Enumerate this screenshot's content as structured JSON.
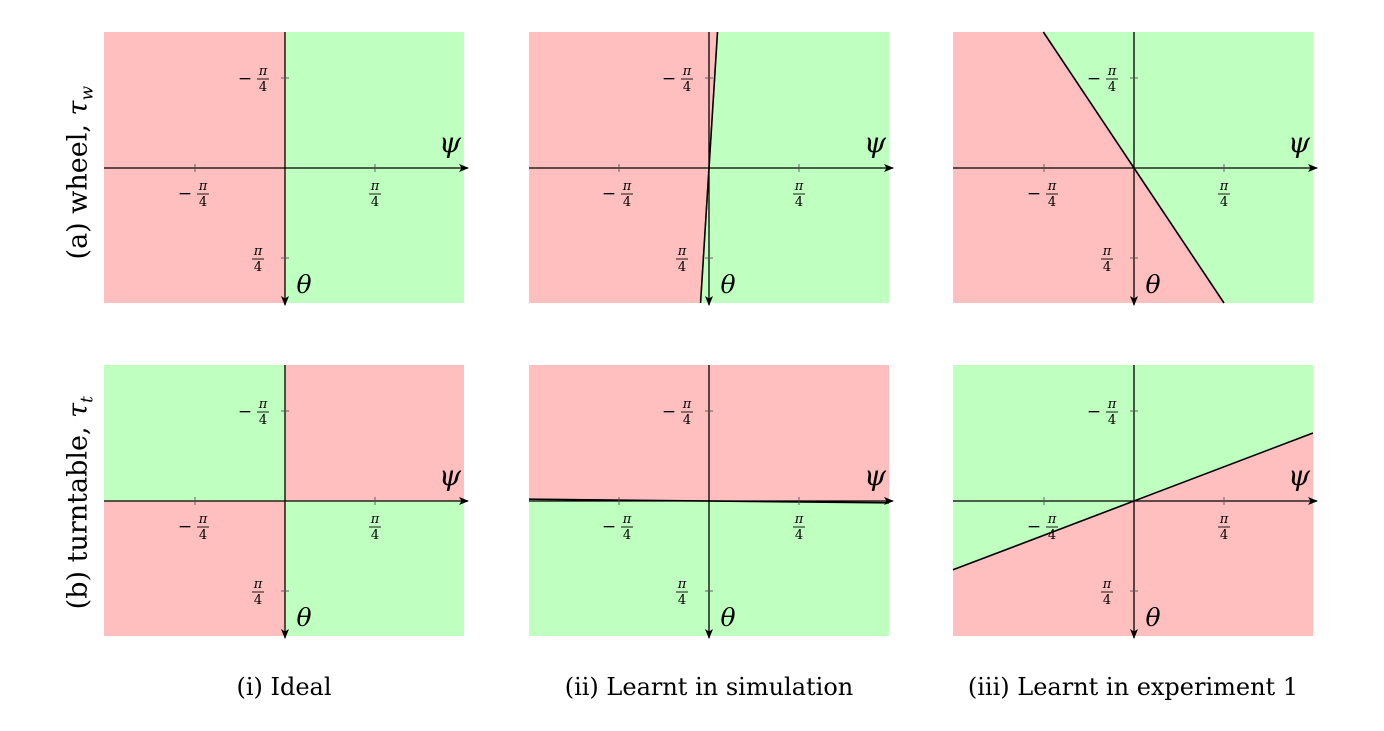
{
  "figure": {
    "row_labels": [
      {
        "prefix": "(a) wheel, ",
        "symbol": "τ",
        "subscript": "w"
      },
      {
        "prefix": "(b) turntable, ",
        "symbol": "τ",
        "subscript": "t"
      }
    ],
    "column_labels": [
      "(i) Ideal",
      "(ii) Learnt in simulation",
      "(iii) Learnt in experiment 1"
    ],
    "axis_x_label": "ψ",
    "axis_y_label": "θ",
    "ticks": {
      "x_negative": "−π/4",
      "x_positive": "π/4",
      "y_negative": "−π/4",
      "y_positive": "π/4"
    },
    "colors": {
      "red_region": "#ffbfbf",
      "green_region": "#bfffbf"
    },
    "panels": [
      {
        "row": 0,
        "col": 0,
        "type": "quadrants",
        "nw": "red",
        "ne": "green",
        "sw": "red",
        "se": "green"
      },
      {
        "row": 0,
        "col": 1,
        "type": "line",
        "boundary_slope_dtheta_dpsi": -16,
        "side_negative_psi": "red",
        "side_positive_psi": "green"
      },
      {
        "row": 0,
        "col": 2,
        "type": "line",
        "boundary_slope_dtheta_dpsi": 1.5,
        "upper_left": "red",
        "upper_right": "green"
      },
      {
        "row": 1,
        "col": 0,
        "type": "quadrants",
        "nw": "green",
        "ne": "red",
        "sw": "red",
        "se": "green"
      },
      {
        "row": 1,
        "col": 1,
        "type": "line",
        "boundary_slope_dtheta_dpsi": 0.01,
        "above": "red",
        "below": "green"
      },
      {
        "row": 1,
        "col": 2,
        "type": "line",
        "boundary_slope_dtheta_dpsi": -0.38,
        "above": "green",
        "below": "red"
      }
    ]
  }
}
